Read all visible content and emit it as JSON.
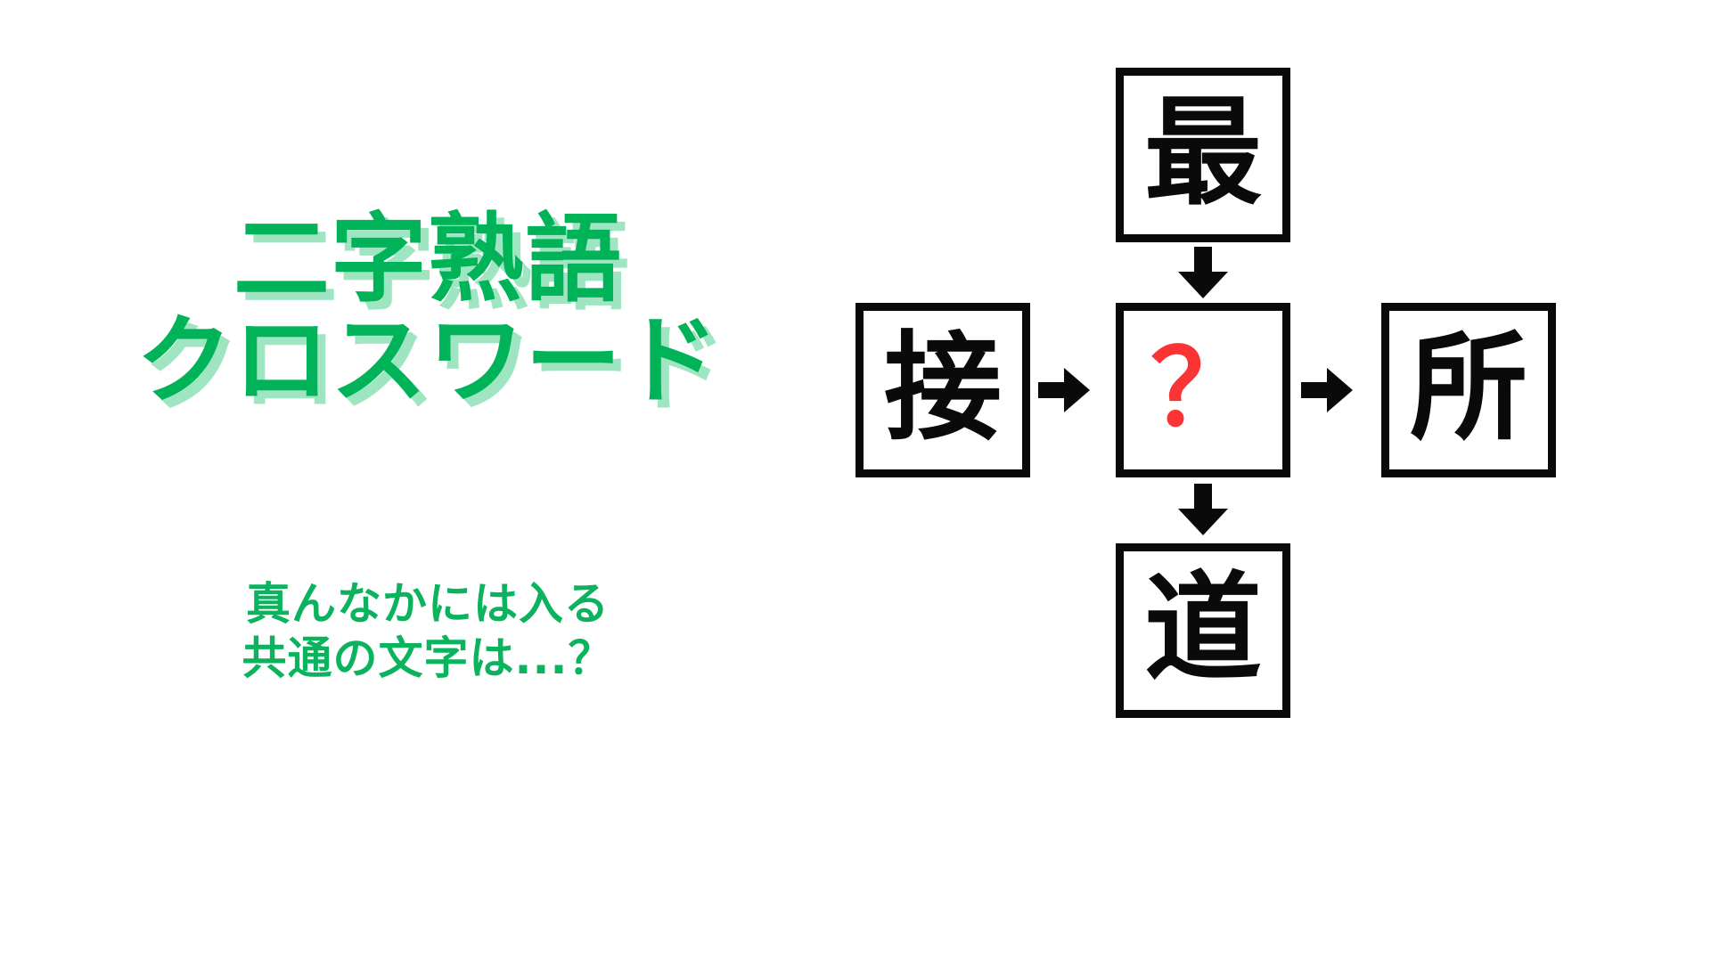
{
  "page": {
    "background_color": "#ffffff",
    "accent_green": "#00b359",
    "shadow_green": "#9fe5c2",
    "subtitle_green": "#0bb35e",
    "unknown_red": "#fa3434",
    "ink_black": "#0a0a0a"
  },
  "title": {
    "line1": "二字熟語",
    "line2": "クロスワード"
  },
  "subtitle": {
    "line1": "真んなかには入る",
    "line2": "共通の文字は...？"
  },
  "puzzle": {
    "top": "最",
    "left": "接",
    "center": "？",
    "right": "所",
    "bottom": "道",
    "arrows": [
      {
        "name": "arrow-down-top",
        "direction": "down"
      },
      {
        "name": "arrow-right-left",
        "direction": "right"
      },
      {
        "name": "arrow-right-right",
        "direction": "right"
      },
      {
        "name": "arrow-down-bottom",
        "direction": "down"
      }
    ]
  }
}
